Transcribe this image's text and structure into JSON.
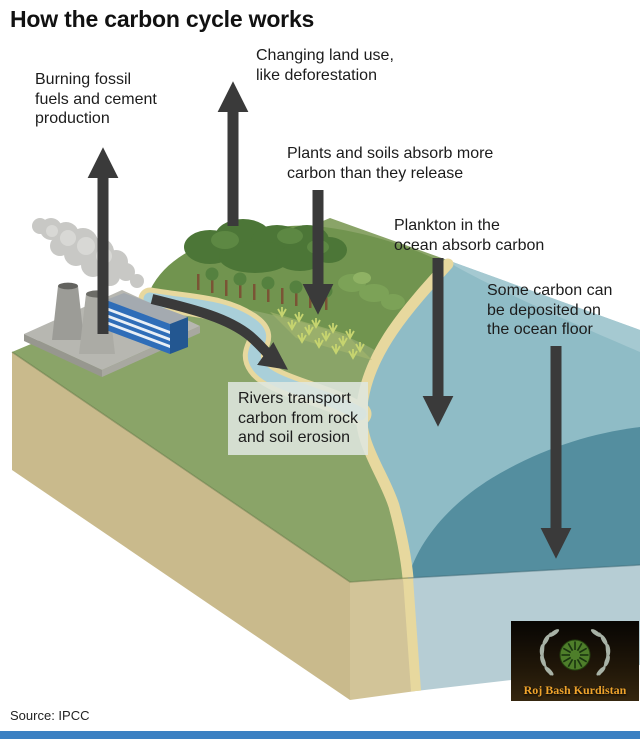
{
  "title": "How the carbon cycle works",
  "source_label": "Source: IPCC",
  "watermark": {
    "text": "Roj Bash Kurdistan"
  },
  "labels": {
    "fossil_fuels": "Burning fossil\nfuels and cement\nproduction",
    "land_use": "Changing land use,\nlike deforestation",
    "plants_soils": "Plants and soils absorb more\ncarbon than they release",
    "plankton": "Plankton in the\nocean absorb carbon",
    "ocean_floor": "Some carbon can\nbe deposited on\nthe ocean floor",
    "rivers": "Rivers transport\ncarbon from rock\nand soil erosion"
  },
  "flows": [
    {
      "id": "fossil-fuel-emissions",
      "direction": "up"
    },
    {
      "id": "land-use-emissions",
      "direction": "up"
    },
    {
      "id": "plants-soils-absorption",
      "direction": "down"
    },
    {
      "id": "plankton-absorption",
      "direction": "down"
    },
    {
      "id": "ocean-floor-deposit",
      "direction": "down"
    },
    {
      "id": "river-transport",
      "direction": "curved-down-right"
    }
  ],
  "scene_elements": [
    "factory-with-cooling-towers-and-smoke",
    "forest-with-deforestation",
    "crop-field",
    "river-with-sand-banks",
    "ocean-with-deep-area",
    "isometric-land-block"
  ],
  "colors": {
    "text": "#1c1c1c",
    "arrow": "#3a3a3a",
    "grass": "#8aa468",
    "grass_dark": "#71944f",
    "forest": "#4c7637",
    "ocean": "#8fbcc6",
    "ocean_deep": "#548e9f",
    "ocean_shelf": "#a9cbd2",
    "sand": "#e7d89e",
    "soil": "#c9ba8c",
    "soil_light": "#d2c498",
    "ocean_face": "#b6cdd4",
    "river": "#a9cfd9",
    "factory_blue": "#2f6db8",
    "smoke": "#c8c8c5",
    "platform": "#b7b7b1",
    "label_box": "rgba(223,231,224,0.87)",
    "footer_bar": "#3b80c2",
    "watermark_text": "#f0a42c"
  }
}
